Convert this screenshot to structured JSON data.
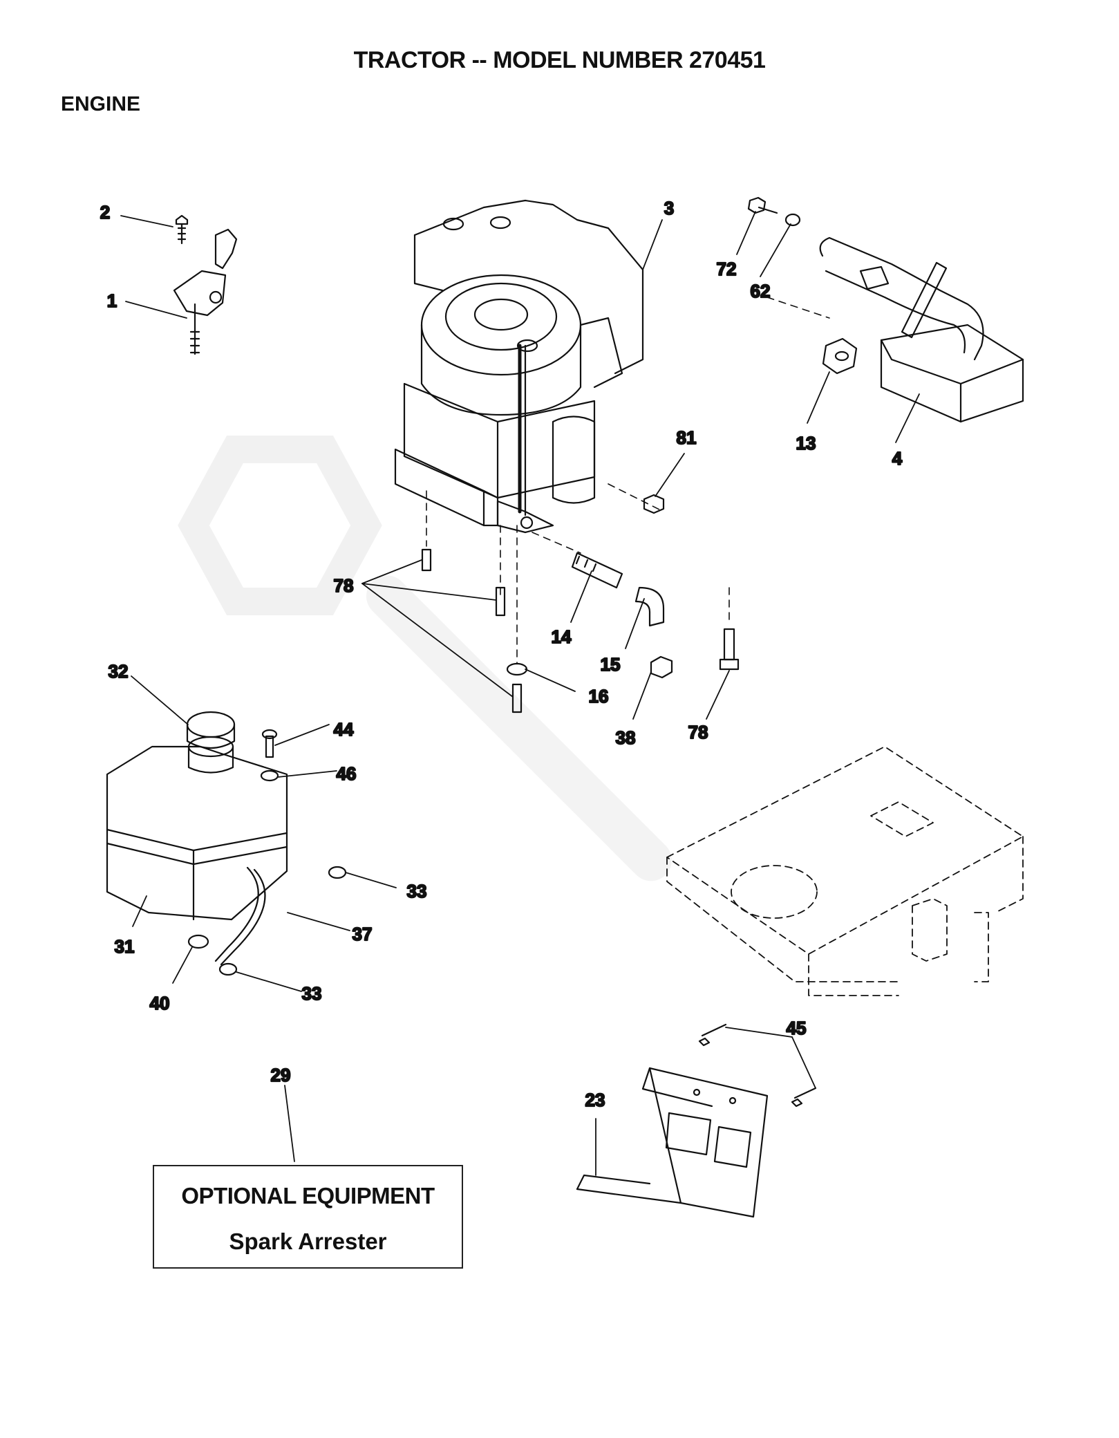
{
  "header": {
    "title": "TRACTOR -- MODEL NUMBER 270451",
    "section": "ENGINE"
  },
  "optional_equipment": {
    "heading": "OPTIONAL EQUIPMENT",
    "item": "Spark Arrester"
  },
  "callouts": [
    {
      "id": "c1",
      "label": "1"
    },
    {
      "id": "c2",
      "label": "2"
    },
    {
      "id": "c3",
      "label": "3"
    },
    {
      "id": "c72",
      "label": "72"
    },
    {
      "id": "c62",
      "label": "62"
    },
    {
      "id": "c13",
      "label": "13"
    },
    {
      "id": "c4",
      "label": "4"
    },
    {
      "id": "c81",
      "label": "81"
    },
    {
      "id": "c78a",
      "label": "78"
    },
    {
      "id": "c14",
      "label": "14"
    },
    {
      "id": "c15",
      "label": "15"
    },
    {
      "id": "c16",
      "label": "16"
    },
    {
      "id": "c38",
      "label": "38"
    },
    {
      "id": "c78b",
      "label": "78"
    },
    {
      "id": "c32",
      "label": "32"
    },
    {
      "id": "c44",
      "label": "44"
    },
    {
      "id": "c46",
      "label": "46"
    },
    {
      "id": "c33a",
      "label": "33"
    },
    {
      "id": "c37",
      "label": "37"
    },
    {
      "id": "c31",
      "label": "31"
    },
    {
      "id": "c40",
      "label": "40"
    },
    {
      "id": "c33b",
      "label": "33"
    },
    {
      "id": "c29",
      "label": "29"
    },
    {
      "id": "c45",
      "label": "45"
    },
    {
      "id": "c23",
      "label": "23"
    }
  ],
  "colors": {
    "ink": "#111111",
    "watermark": "#ececec"
  }
}
